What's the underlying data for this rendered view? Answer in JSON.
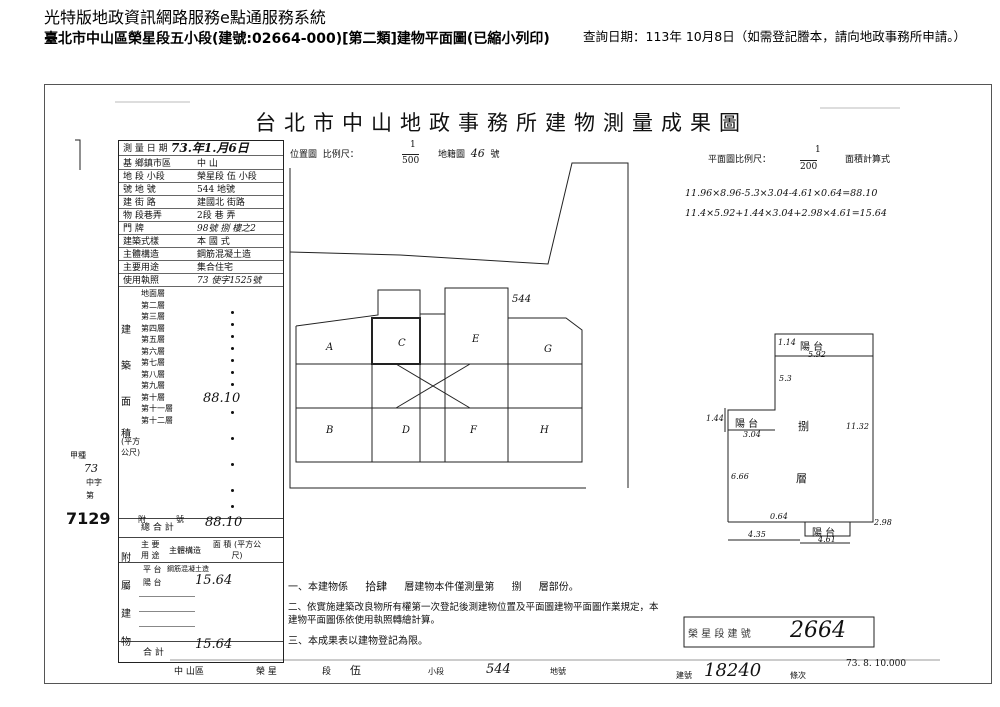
{
  "header": {
    "system_title": "光特版地政資訊網路服務e點通服務系統",
    "document_subtitle": "臺北市中山區榮星段五小段(建號:02664-000)[第二類]建物平面圖(已縮小列印)",
    "query_date": "查詢日期：113年 10月8日（如需登記謄本，請向地政事務所申請。）"
  },
  "plan": {
    "main_title": "台北市中山地政事務所建物測量成果圖",
    "location_map_label": "位置圖",
    "location_scale_label": "比例尺：",
    "location_scale_num": "1",
    "location_scale_den": "500",
    "cadastral_map_label": "地籍圖",
    "cadastral_map_no": "46",
    "cadastral_map_suffix": "號",
    "floor_scale_label": "平面圖比例尺：",
    "floor_scale_num": "1",
    "floor_scale_den": "200",
    "area_calc_label": "面積計算式",
    "formula_1": "11.96×8.96-5.3×3.04-4.61×0.64=88.10",
    "formula_2": "11.4×5.92+1.44×3.04+2.98×4.61=15.64",
    "lot_label": "544",
    "units": [
      "A",
      "C",
      "E",
      "G",
      "B",
      "D",
      "F",
      "H"
    ],
    "floor_labels": {
      "balcony": "陽 台",
      "floor_number": "捌",
      "floor_suffix": "層"
    },
    "dims": {
      "d1": "1.14",
      "d2": "5.92",
      "d3": "5.3",
      "d4": "1.44",
      "d5": "3.04",
      "d6": "11.32",
      "d7": "6.66",
      "d8": "0.64",
      "d9": "4.35",
      "d10": "4.61",
      "d11": "2.98"
    }
  },
  "form": {
    "survey_date_label": "測 量 日 期",
    "survey_date_value": "73.年1.月6日",
    "rows": [
      {
        "label": "基 鄉鎮市區",
        "value": "中 山"
      },
      {
        "label": "地 段 小段",
        "value": "榮星段 伍 小段"
      },
      {
        "label": "號 地 號",
        "value": "544 地號"
      },
      {
        "label": "建 街 路",
        "value": "建國北 街路"
      },
      {
        "label": "物 段巷弄",
        "value": "2段 巷 弄"
      },
      {
        "label": "門 牌",
        "value": "98號 捌 樓之2"
      },
      {
        "label": "建築式樣",
        "value": "本 國 式"
      },
      {
        "label": "主體構造",
        "value": "鋼筋混凝土造"
      },
      {
        "label": "主要用途",
        "value": "集合住宅"
      },
      {
        "label": "使用執照",
        "value": "73 使字1525號"
      }
    ],
    "floors": [
      "地面層",
      "第二層",
      "第三層",
      "第四層",
      "第五層",
      "第六層",
      "第七層",
      "第八層",
      "第九層",
      "第十層",
      "第十一層",
      "第十二層"
    ],
    "floor_area_value": "88.10",
    "area_unit": "(平方公尺)",
    "side_label_1": "建",
    "side_label_2": "築",
    "side_label_3": "面",
    "side_label_4": "積",
    "total_label": "總 合 計",
    "total_value": "88.10",
    "stamp_number": "7129",
    "left_stamp_1": "甲種",
    "left_stamp_2": "73",
    "left_stamp_3": "中字",
    "left_stamp_4": "第",
    "left_stamp_suffix_1": "附",
    "left_stamp_suffix_2": "號",
    "attached_header_use": "主 要 用 途",
    "attached_header_struct": "主體構造",
    "attached_header_area": "面 積 (平方公尺)",
    "attached_row_1_use": "平 台",
    "attached_row_1_struct": "鋼筋混凝土造",
    "attached_row_2_use": "陽 台",
    "attached_value": "15.64",
    "attached_total_label": "合 計",
    "attached_total_value": "15.64",
    "side_attached": [
      "附",
      "屬",
      "建",
      "物"
    ]
  },
  "notes": {
    "note_1a": "一、本建物係",
    "note_1b": "拾肆",
    "note_1c": "層建物本件僅測量第",
    "note_1d": "捌",
    "note_1e": "層部份。",
    "note_2": "二、依實施建築改良物所有權第一次登記後測建物位置及平面圖建物平面圖作業規定，本建物平面圖係依使用執照轉繪計算。",
    "note_3": "三、本成果表以建物登記為限。"
  },
  "footer": {
    "district": "中 山區",
    "section": "榮 星",
    "section_suffix": "段",
    "subsection": "伍",
    "subsection_suffix": "小段",
    "lot": "544",
    "lot_suffix": "地號",
    "bldg_label": "建號",
    "bldg_no": "18240",
    "bldg_suffix": "條次",
    "stamp_label": "榮 星 段 建 號",
    "stamp_no": "2664",
    "date_code": "73. 8. 10.000"
  }
}
